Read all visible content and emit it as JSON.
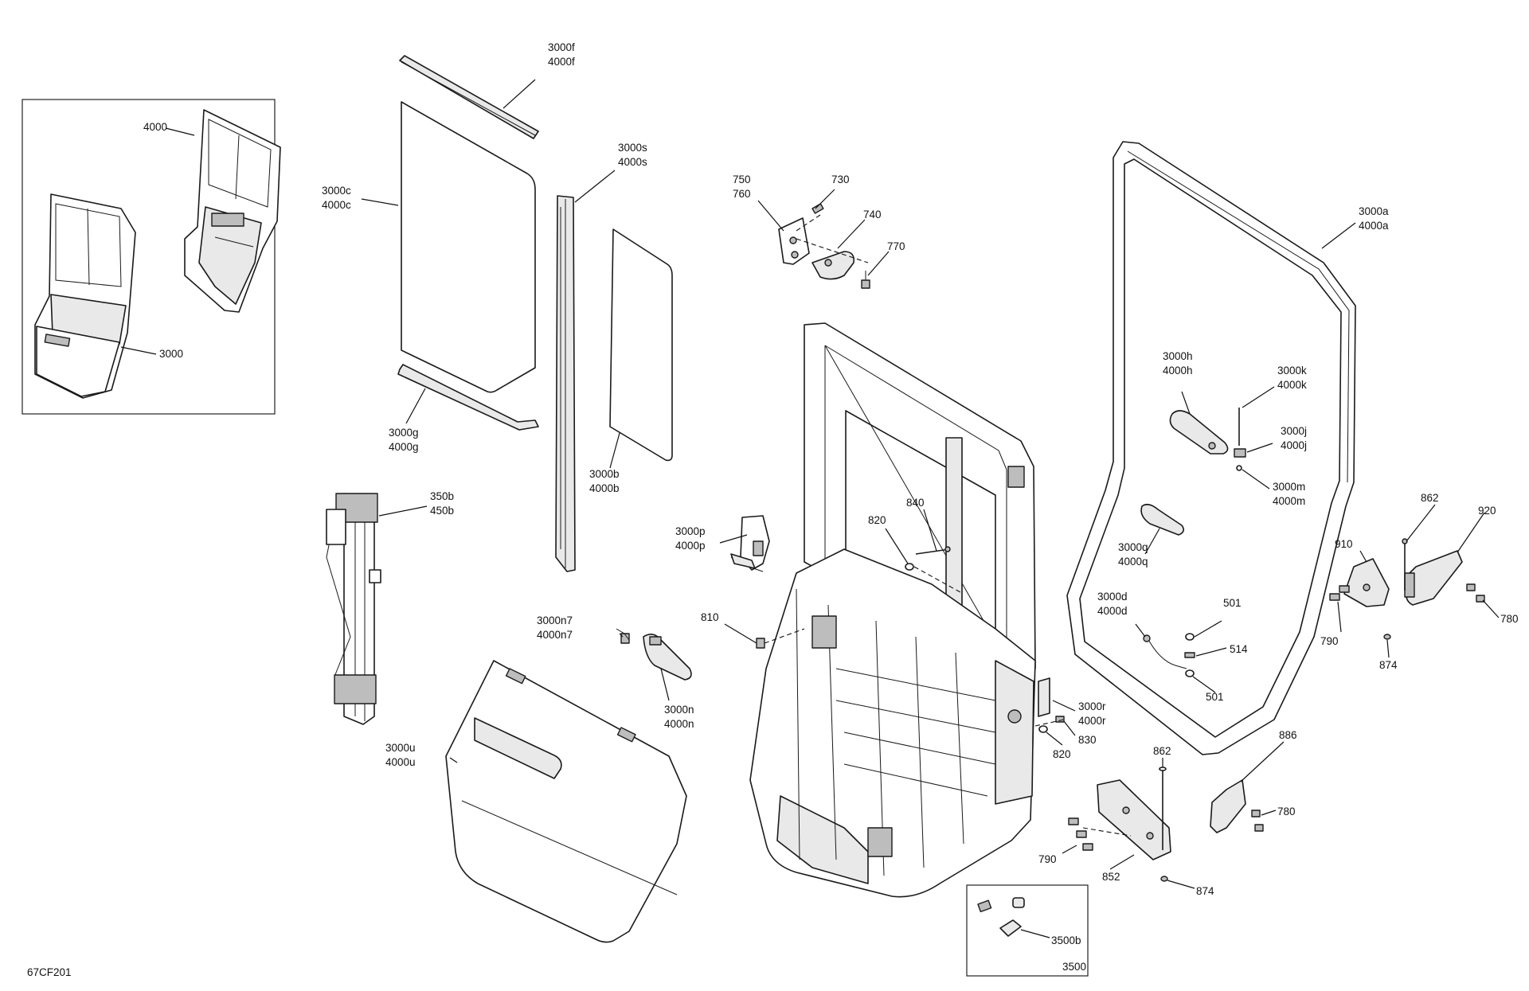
{
  "diagram": {
    "figure_code": "67CF201",
    "inset_labels": {
      "left_door": "3000",
      "right_door": "4000"
    },
    "kit_box": {
      "title": "3500",
      "item": "3500b"
    },
    "callouts": {
      "c3000f": [
        "3000f",
        "4000f"
      ],
      "c3000s": [
        "3000s",
        "4000s"
      ],
      "c3000c": [
        "3000c",
        "4000c"
      ],
      "c3000g": [
        "3000g",
        "4000g"
      ],
      "c3000b": [
        "3000b",
        "4000b"
      ],
      "c350b": [
        "350b",
        "450b"
      ],
      "c3000n7": [
        "3000n7",
        "4000n7"
      ],
      "c3000n": [
        "3000n",
        "4000n"
      ],
      "c3000u": [
        "3000u",
        "4000u"
      ],
      "c3000p": [
        "3000p",
        "4000p"
      ],
      "c750": [
        "750",
        "760"
      ],
      "c730": "730",
      "c740": "740",
      "c770": "770",
      "c820a": "820",
      "c840": "840",
      "c810": "810",
      "c3000r": [
        "3000r",
        "4000r"
      ],
      "c820b": "820",
      "c830": "830",
      "c3000a": [
        "3000a",
        "4000a"
      ],
      "c3000h": [
        "3000h",
        "4000h"
      ],
      "c3000k": [
        "3000k",
        "4000k"
      ],
      "c3000j": [
        "3000j",
        "4000j"
      ],
      "c3000m": [
        "3000m",
        "4000m"
      ],
      "c3000q": [
        "3000q",
        "4000q"
      ],
      "c3000d": [
        "3000d",
        "4000d"
      ],
      "c501a": "501",
      "c514": "514",
      "c501b": "501",
      "c862a": "862",
      "c920": "920",
      "c910": "910",
      "c780a": "780",
      "c790a": "790",
      "c874a": "874",
      "c862b": "862",
      "c886": "886",
      "c780b": "780",
      "c790b": "790",
      "c852": "852",
      "c874b": "874"
    }
  }
}
